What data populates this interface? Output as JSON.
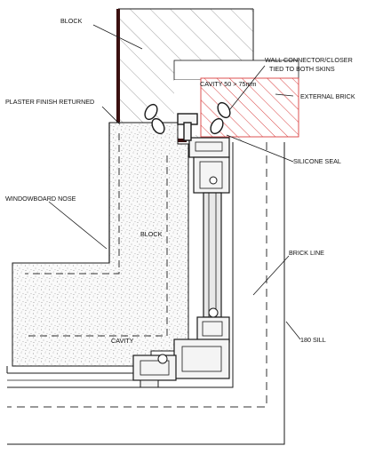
{
  "labels": {
    "block_top": "BLOCK",
    "wall_connector_line1": "WALL CONNECTOR/CLOSER",
    "wall_connector_line2": "TIED TO BOTH SKINS",
    "cavity_width": "CAVITY 50 > 75mm",
    "external_brick": "EXTERNAL BRICK",
    "plaster_finish": "PLASTER FINISH RETURNED",
    "silicone_seal": "SILICONE SEAL",
    "windowboard_nose": "WINDOWBOARD NOSE",
    "block_inner": "BLOCK",
    "brick_line": "BRICK LINE",
    "cavity": "CAVITY",
    "sill": "180 SILL"
  },
  "colors": {
    "line": "#1a1a1a",
    "dpc": "#3a1010",
    "brick_hatch": "#d94040",
    "block_hatch": "#888888",
    "stipple": "#9a9a9a",
    "frame_fill": "#f4f4f4",
    "glass": "#e8e8e8"
  }
}
